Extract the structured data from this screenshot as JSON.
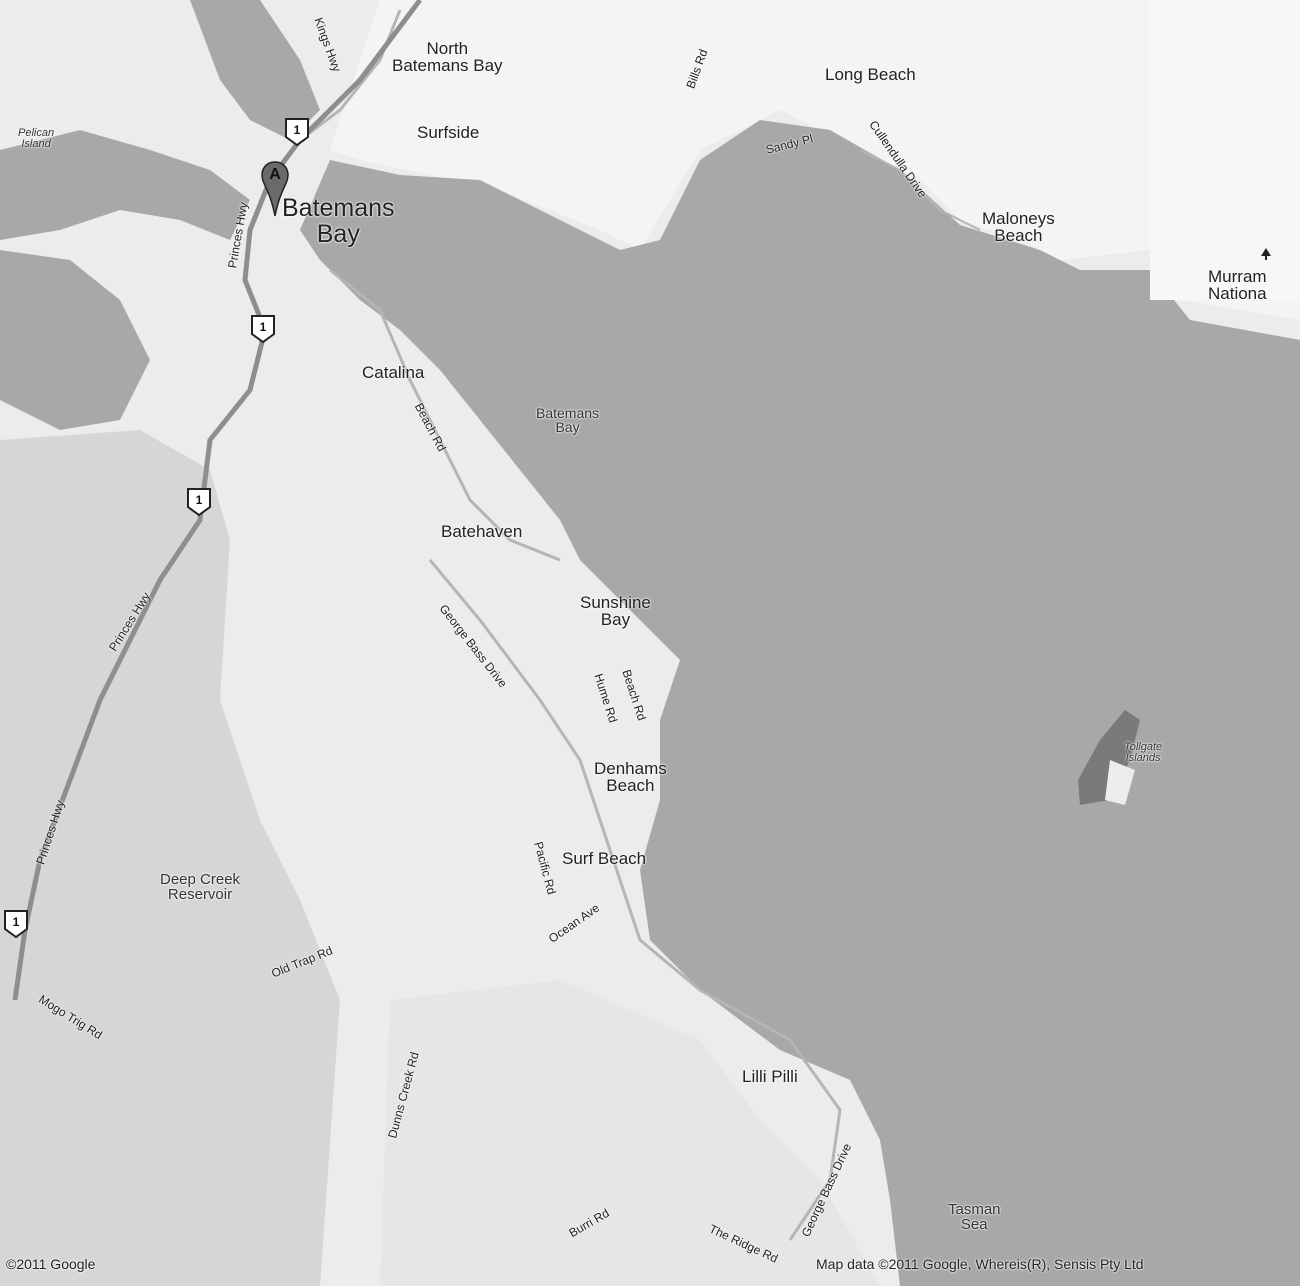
{
  "colors": {
    "water": "#a8a8a8",
    "land": "#ececec",
    "park": "#d4d4d4",
    "road": "#b5b5b5",
    "highway": "#8e8e8e"
  },
  "places": {
    "north_batemans_bay": [
      "North",
      "Batemans Bay"
    ],
    "long_beach": "Long Beach",
    "surfside": "Surfside",
    "batemans_bay_town": [
      "Batemans",
      "Bay"
    ],
    "maloneys_beach": [
      "Maloneys",
      "Beach"
    ],
    "murramarang": [
      "Murram",
      "Nationa"
    ],
    "catalina": "Catalina",
    "batehaven": "Batehaven",
    "sunshine_bay": [
      "Sunshine",
      "Bay"
    ],
    "denhams_beach": [
      "Denhams",
      "Beach"
    ],
    "surf_beach": "Surf Beach",
    "lilli_pilli": "Lilli Pilli"
  },
  "water_labels": {
    "batemans_bay": [
      "Batemans",
      "Bay"
    ],
    "tasman_sea": [
      "Tasman",
      "Sea"
    ],
    "deep_creek": [
      "Deep Creek",
      "Reservoir"
    ]
  },
  "islands": {
    "pelican": [
      "Pelican",
      "Island"
    ],
    "tollgate": [
      "Tollgate",
      "Islands"
    ]
  },
  "roads": {
    "princes_hwy": "Princes Hwy",
    "kings_hwy": "Kings Hwy",
    "beach_rd": "Beach Rd",
    "george_bass_drive": "George Bass Drive",
    "hume_rd": "Hume Rd",
    "pacific_rd": "Pacific Rd",
    "ocean_ave": "Ocean Ave",
    "old_trap_rd": "Old Trap Rd",
    "mogo_trig_rd": "Mogo Trig Rd",
    "dunns_creek_rd": "Dunns Creek Rd",
    "the_ridge_rd": "The Ridge Rd",
    "burri_rd": "Burri Rd",
    "sandy_pl": "Sandy Pl",
    "bills_rd": "Bills Rd",
    "cullendulla_drive": "Cullendulla Drive"
  },
  "highway_number": "1",
  "marker_letter": "A",
  "icons": {
    "park_icon": "tree-icon"
  },
  "copyright": {
    "left": "©2011 Google",
    "right": "Map data ©2011 Google, Whereis(R), Sensis Pty Ltd"
  }
}
